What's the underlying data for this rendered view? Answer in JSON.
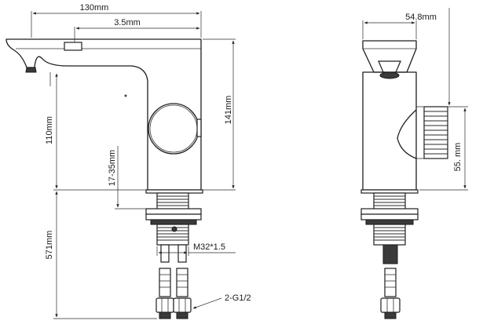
{
  "dimensions": {
    "total_length": "130mm",
    "top_offset": "3.5mm",
    "spout_height": "110mm",
    "total_height": "141mm",
    "deck_range": "17-35mm",
    "hose_length": "571mm",
    "thread_size": "M32*1.5",
    "hose_connection": "2-G1/2",
    "side_width": "54.8mm",
    "side_handle_height": "55. mm"
  }
}
